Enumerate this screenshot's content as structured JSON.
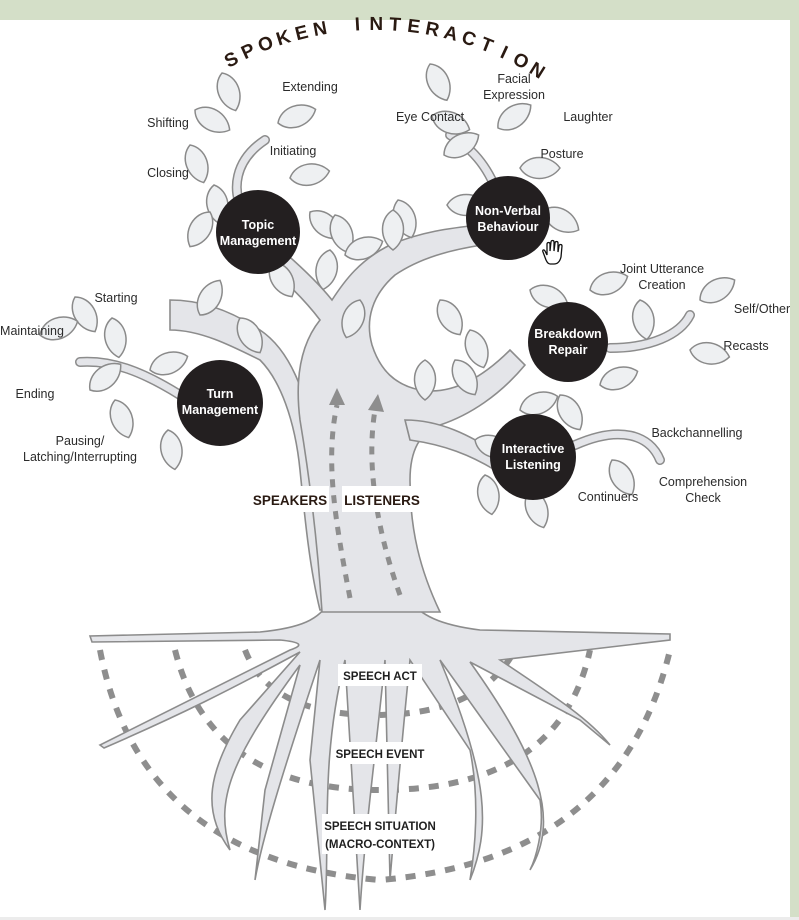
{
  "title": "SPOKEN INTERACTION",
  "nodes": {
    "topic": {
      "line1": "Topic",
      "line2": "Management"
    },
    "nonverbal": {
      "line1": "Non-Verbal",
      "line2": "Behaviour"
    },
    "breakdown": {
      "line1": "Breakdown",
      "line2": "Repair"
    },
    "turn": {
      "line1": "Turn",
      "line2": "Management"
    },
    "listening": {
      "line1": "Interactive",
      "line2": "Listening"
    }
  },
  "leaves": {
    "topic": {
      "extending": "Extending",
      "shifting": "Shifting",
      "initiating": "Initiating",
      "closing": "Closing"
    },
    "nonverbal": {
      "facial1": "Facial",
      "facial2": "Expression",
      "eye_contact": "Eye Contact",
      "laughter": "Laughter",
      "posture": "Posture"
    },
    "breakdown": {
      "joint1": "Joint Utterance",
      "joint2": "Creation",
      "self_other": "Self/Other",
      "recasts": "Recasts"
    },
    "turn": {
      "starting": "Starting",
      "maintaining": "Maintaining",
      "ending": "Ending",
      "pausing1": "Pausing/",
      "pausing2": "Latching/Interrupting"
    },
    "listening": {
      "backchannelling": "Backchannelling",
      "comp1": "Comprehension",
      "comp2": "Check",
      "continuers": "Continuers"
    }
  },
  "trunk": {
    "speakers": "SPEAKERS",
    "listeners": "LISTENERS"
  },
  "roots": {
    "speech_act": "SPEECH ACT",
    "speech_event": "SPEECH EVENT",
    "situation1": "SPEECH SITUATION",
    "situation2": "(MACRO-CONTEXT)"
  },
  "colors": {
    "node": "#231f20",
    "wood": "#e4e5e9",
    "outline": "#8c8c8c",
    "dash": "#8e8e8e",
    "title": "#2a1a12",
    "frame": "#d4dfc8"
  }
}
